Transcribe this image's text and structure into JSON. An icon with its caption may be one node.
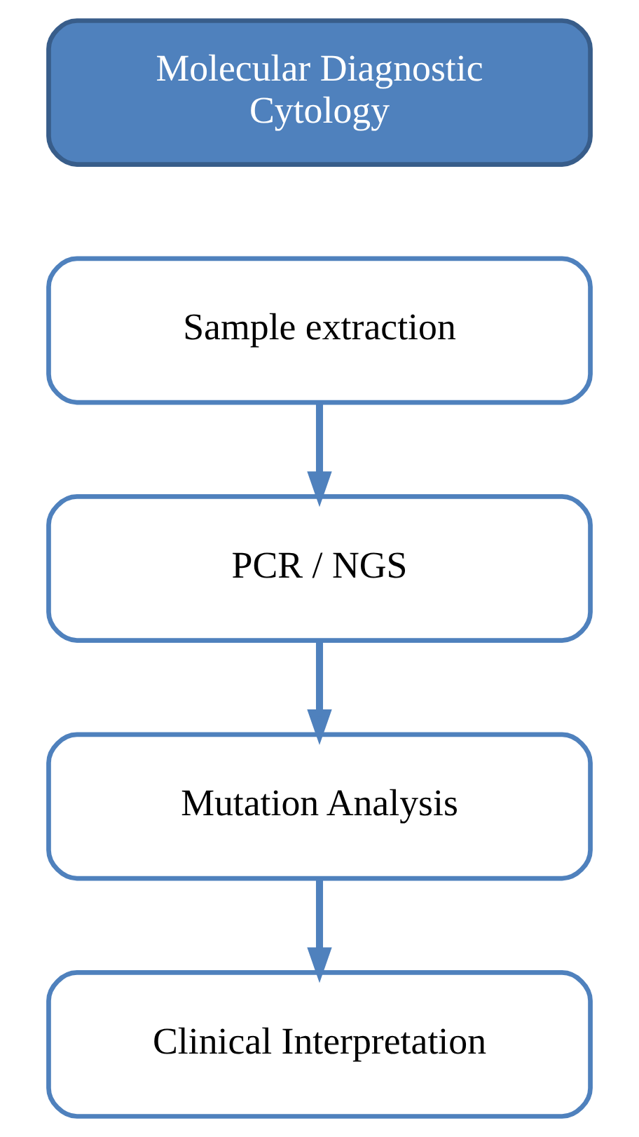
{
  "diagram": {
    "nodes": [
      {
        "text": [
          "Molecular Diagnostic Cytology"
        ]
      },
      {
        "text": [
          "Sample extraction"
        ]
      },
      {
        "text": [
          "PCR / NGS"
        ]
      },
      {
        "text": [
          "Mutation Analysis"
        ]
      },
      {
        "text": [
          "Clinical Interpretation"
        ]
      }
    ],
    "edges": [
      {
        "from": 1,
        "to": 2,
        "arrow": "to"
      },
      {
        "from": 2,
        "to": 3,
        "arrow": "to"
      },
      {
        "from": 3,
        "to": 4,
        "arrow": "to"
      }
    ]
  }
}
